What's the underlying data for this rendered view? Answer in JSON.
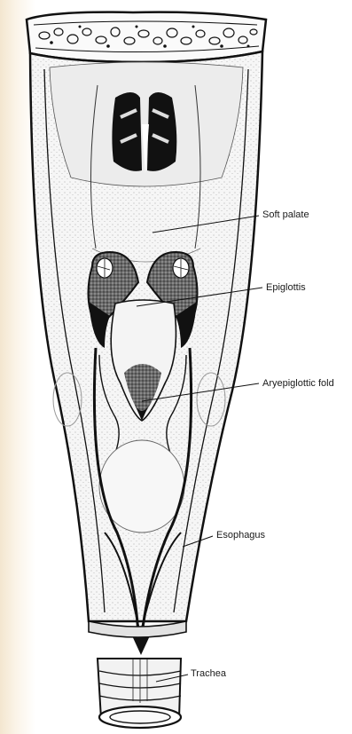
{
  "diagram": {
    "labels": {
      "soft_palate": "Soft palate",
      "epiglottis": "Epiglottis",
      "aryepiglottic_fold": "Aryepiglottic fold",
      "esophagus": "Esophagus",
      "trachea": "Trachea"
    },
    "colors": {
      "ink": "#111111",
      "stipple": "#cfcfcf",
      "tissue": "#f4f4f4",
      "background_wash": "#f3e6cf"
    }
  }
}
